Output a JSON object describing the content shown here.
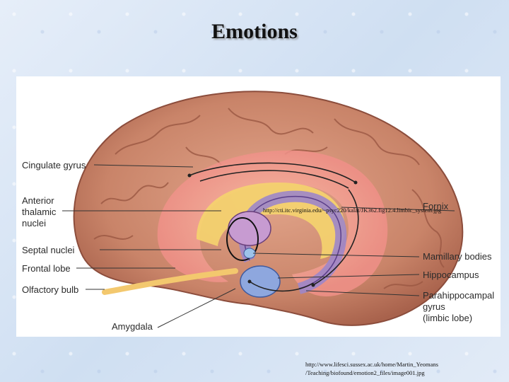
{
  "title": "Emotions",
  "labels": {
    "cingulate_gyrus": "Cingulate gyrus",
    "anterior_thalamic_nuclei": [
      "Anterior",
      "thalamic",
      "nuclei"
    ],
    "septal_nuclei": "Septal nuclei",
    "frontal_lobe": "Frontal lobe",
    "olfactory_bulb": "Olfactory bulb",
    "amygdala": "Amygdala",
    "fornix": "Fornix",
    "mamillary_bodies": "Mamillary bodies",
    "hippocampus": "Hippocampus",
    "parahippocampal_gyrus": [
      "Parahippocampal",
      "gyrus",
      "(limbic lobe)"
    ]
  },
  "image_url": "http://cti.itc.virginia.edu/~psyc220/kalat/JK362.fig12.4.limbic_system.jpg",
  "credit": [
    "http://www.lifesci.sussex.ac.uk/home/Martin_Yeomans",
    "/Teaching/biofound/emotion2_files/image001.jpg"
  ]
}
